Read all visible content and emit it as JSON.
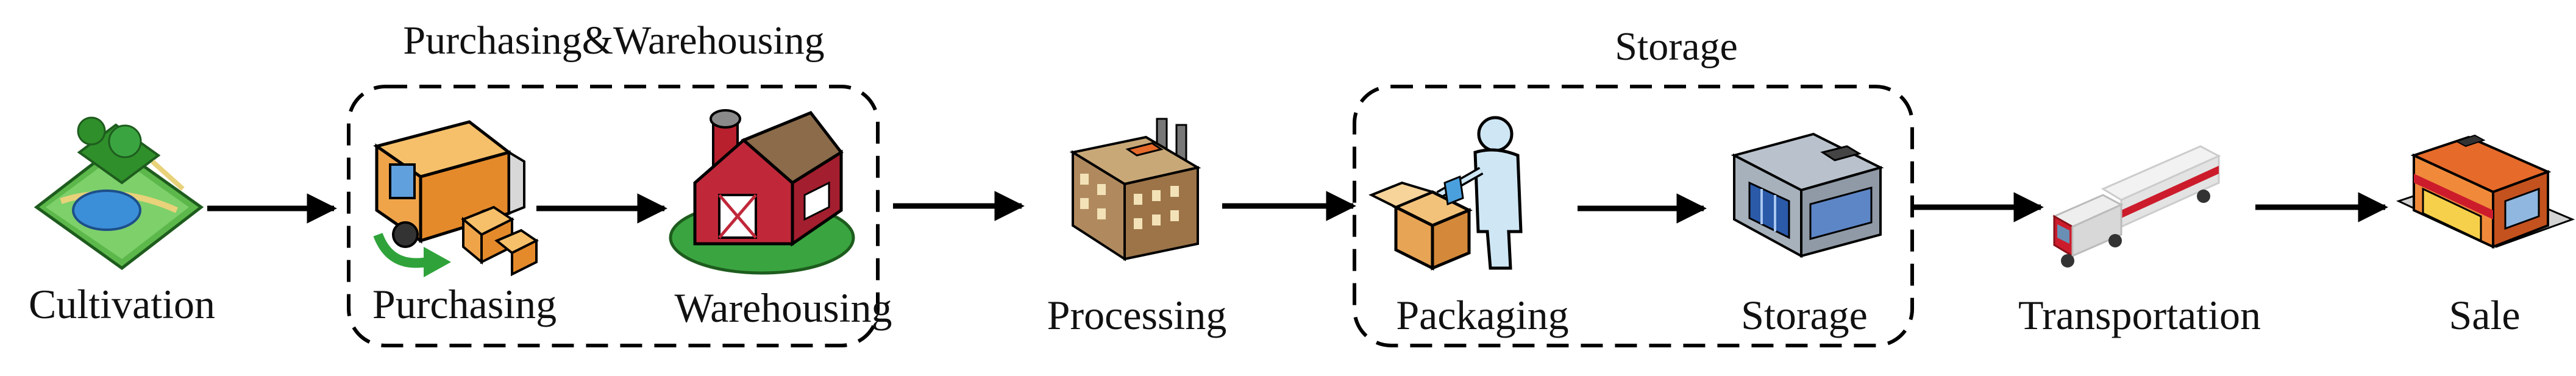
{
  "groups": {
    "purchasing_warehousing": "Purchasing&Warehousing",
    "storage": "Storage"
  },
  "steps": {
    "cultivation": "Cultivation",
    "purchasing": "Purchasing",
    "warehousing": "Warehousing",
    "processing": "Processing",
    "packaging": "Packaging",
    "storage": "Storage",
    "transportation": "Transportation",
    "sale": "Sale"
  },
  "icons": {
    "cultivation": "farmland-icon",
    "purchasing": "delivery-truck-icon",
    "warehousing": "barn-icon",
    "processing": "factory-icon",
    "packaging": "packaging-worker-icon",
    "storage": "storage-building-icon",
    "transportation": "semi-truck-icon",
    "sale": "shop-icon"
  },
  "colors": {
    "line": "#000000",
    "truck_orange": "#f0a44a",
    "barn_red": "#c0283a",
    "grass_green": "#3aa540",
    "storage_blue": "#2a5aa8",
    "truck_red": "#cc1c2c"
  }
}
